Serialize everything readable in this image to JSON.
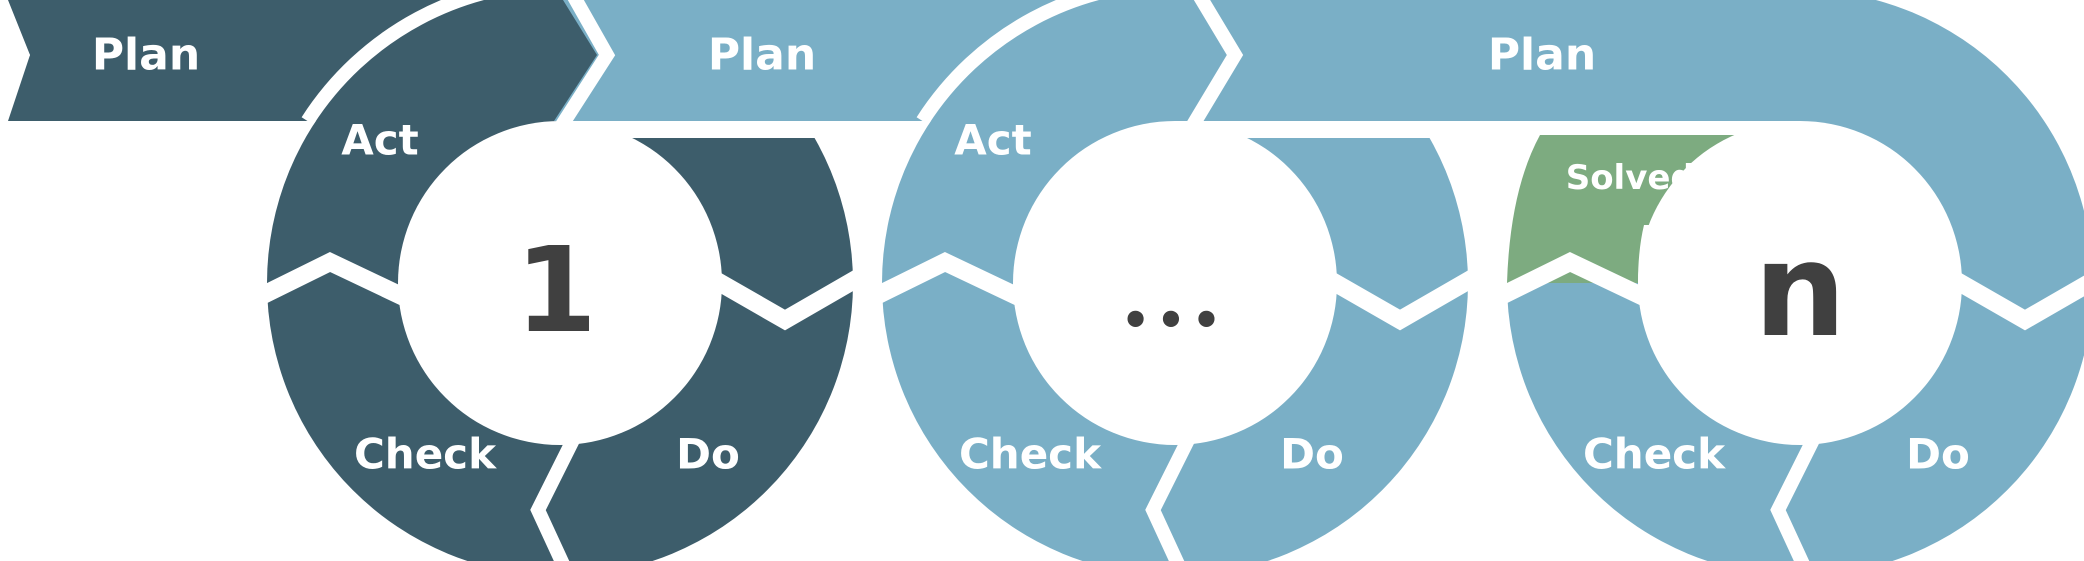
{
  "colors": {
    "first_cycle": "#3d5d6b",
    "other_cycles": "#7aafc6",
    "solved_tag": "#7dab80",
    "center_text": "#404040",
    "label_text": "#ffffff"
  },
  "cycles": [
    {
      "plan": "Plan",
      "act": "Act",
      "check": "Check",
      "do": "Do",
      "center": "1"
    },
    {
      "plan": "Plan",
      "act": "Act",
      "check": "Check",
      "do": "Do",
      "center": "•••"
    },
    {
      "plan": "Plan",
      "check": "Check",
      "do": "Do",
      "center": "n",
      "tag": "Solved!"
    }
  ]
}
